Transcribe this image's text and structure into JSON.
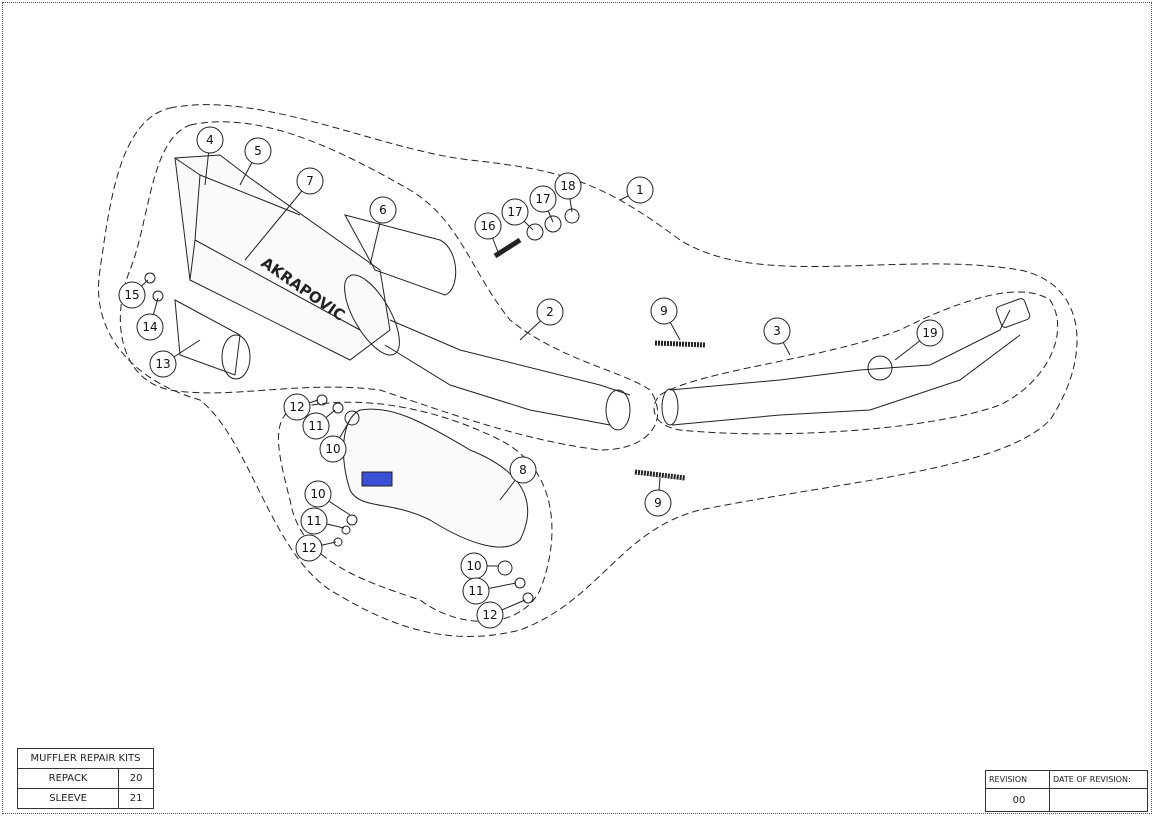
{
  "callouts": [
    "4",
    "5",
    "7",
    "6",
    "1",
    "16",
    "17",
    "17",
    "18",
    "15",
    "14",
    "13",
    "2",
    "9",
    "3",
    "19",
    "12",
    "11",
    "10",
    "8",
    "10",
    "11",
    "12",
    "10",
    "11",
    "12",
    "9"
  ],
  "logo_text": "AKRAPOVIC",
  "repair_kits": {
    "title": "MUFFLER REPAIR KITS",
    "rows": [
      {
        "label": "REPACK",
        "value": "20"
      },
      {
        "label": "SLEEVE",
        "value": "21"
      }
    ]
  },
  "revision": {
    "header_revision": "REVISION",
    "header_date": "DATE OF REVISION:",
    "revision_value": "00",
    "date_value": ""
  },
  "colors": {
    "line": "#222222",
    "badge": "#3a4fd6"
  }
}
